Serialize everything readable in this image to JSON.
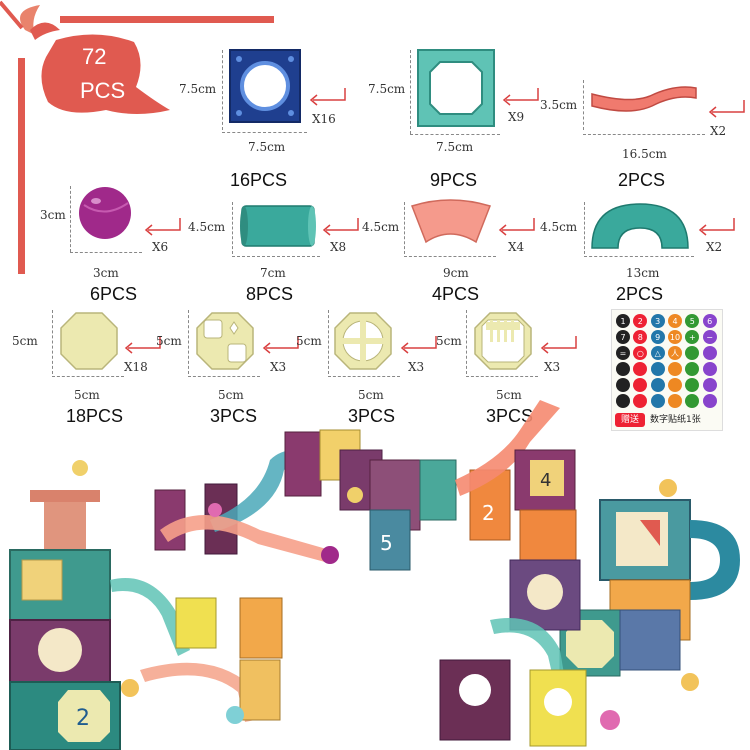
{
  "badge": {
    "line1": "72",
    "line2": "PCS"
  },
  "pieces": [
    {
      "id": "square-window-tile",
      "dim_w": "7.5cm",
      "dim_h": "7.5cm",
      "mult": "X16",
      "count": "16PCS"
    },
    {
      "id": "octagon-window-tile",
      "dim_w": "7.5cm",
      "dim_h": "7.5cm",
      "mult": "X9",
      "count": "9PCS"
    },
    {
      "id": "slide-ramp",
      "dim_w": "16.5cm",
      "dim_h": "3.5cm",
      "mult": "X2",
      "count": "2PCS"
    },
    {
      "id": "marble-ball",
      "dim_w": "3cm",
      "dim_h": "3cm",
      "mult": "X6",
      "count": "6PCS"
    },
    {
      "id": "straight-tube",
      "dim_w": "7cm",
      "dim_h": "4.5cm",
      "mult": "X8",
      "count": "8PCS"
    },
    {
      "id": "curve-track",
      "dim_w": "9cm",
      "dim_h": "4.5cm",
      "mult": "X4",
      "count": "4PCS"
    },
    {
      "id": "arch-tube",
      "dim_w": "13cm",
      "dim_h": "4.5cm",
      "mult": "X2",
      "count": "2PCS"
    },
    {
      "id": "solid-octagon-tile",
      "dim_w": "5cm",
      "dim_h": "5cm",
      "mult": "X18",
      "count": "18PCS"
    },
    {
      "id": "quarter-hole-tile",
      "dim_w": "5cm",
      "dim_h": "5cm",
      "mult": "X3",
      "count": "3PCS"
    },
    {
      "id": "cross-hole-tile",
      "dim_w": "5cm",
      "dim_h": "5cm",
      "mult": "X3",
      "count": "3PCS"
    },
    {
      "id": "grille-tile",
      "dim_w": "5cm",
      "dim_h": "5cm",
      "mult": "X3",
      "count": "3PCS"
    }
  ],
  "sticker": {
    "tag": "赠送",
    "caption": "数字贴纸1张",
    "numbers": [
      "1",
      "2",
      "3",
      "4",
      "5",
      "6",
      "7",
      "8",
      "9",
      "10",
      "+",
      "−",
      "=",
      "○",
      "△",
      "人"
    ]
  },
  "colors": {
    "accent": "#e05a50",
    "arrow": "#d94040",
    "tile_blue": "#1f3f8f",
    "tile_teal": "#5fc3b5",
    "ramp_coral": "#f07a6e",
    "ball_magenta": "#a0298a",
    "tube_teal": "#3aa99c",
    "tile_cream": "#ece9b0"
  }
}
